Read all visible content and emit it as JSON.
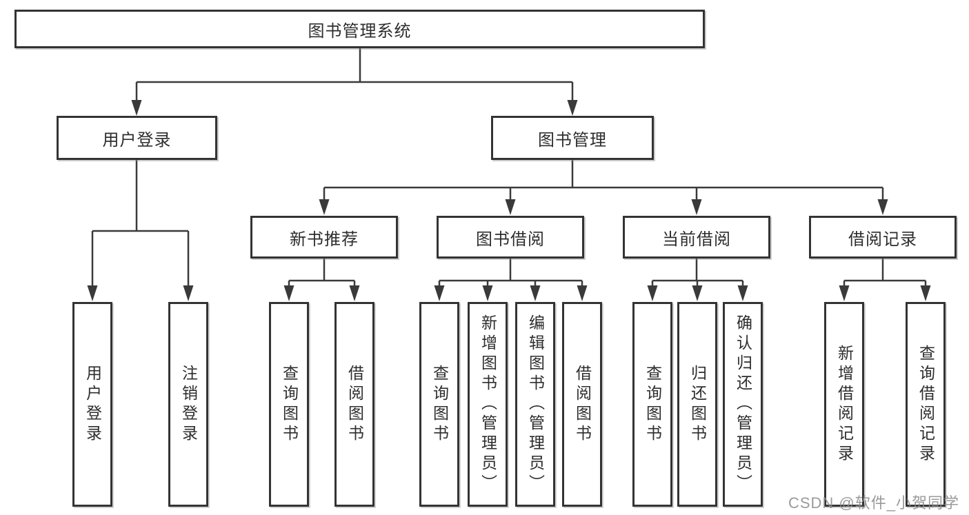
{
  "diagram": {
    "root": "图书管理系统",
    "branches": [
      {
        "label": "用户登录",
        "leaves": [
          "用户登录",
          "注销登录"
        ]
      },
      {
        "label": "图书管理",
        "groups": [
          {
            "label": "新书推荐",
            "leaves": [
              "查询图书",
              "借阅图书"
            ]
          },
          {
            "label": "图书借阅",
            "leaves": [
              "查询图书",
              "新增图书（管理员）",
              "编辑图书（管理员）",
              "借阅图书"
            ]
          },
          {
            "label": "当前借阅",
            "leaves": [
              "查询图书",
              "归还图书",
              "确认归还（管理员）"
            ]
          },
          {
            "label": "借阅记录",
            "leaves": [
              "新增借阅记录",
              "查询借阅记录"
            ]
          }
        ]
      }
    ]
  },
  "watermark": "CSDN @软件_小贺同学",
  "colors": {
    "line": "#3a3a3a",
    "box_border": "#333333",
    "text": "#2d2d2d",
    "watermark_text": "#8c8c8c",
    "background": "#ffffff"
  }
}
